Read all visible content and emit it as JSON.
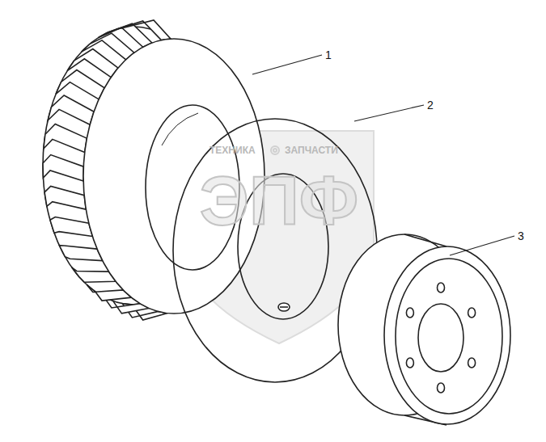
{
  "diagram": {
    "labels": [
      "1",
      "2",
      "3",
      "ТЕХНИКА",
      "ЗАПЧАСТИ",
      "ЭПФ"
    ]
  }
}
